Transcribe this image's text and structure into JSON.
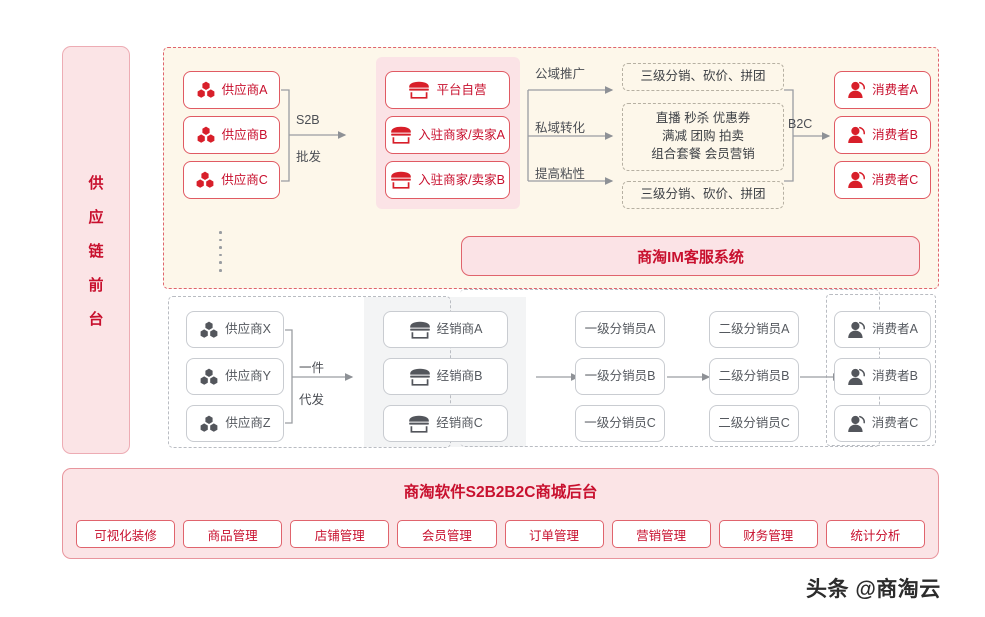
{
  "left_panel": {
    "title_chars": [
      "供",
      "应",
      "链",
      "前",
      "台"
    ],
    "title": "供应链前台"
  },
  "top_region": {
    "suppliers": [
      {
        "label": "供应商A",
        "icon": "hexagon-cluster-icon"
      },
      {
        "label": "供应商B",
        "icon": "hexagon-cluster-icon"
      },
      {
        "label": "供应商C",
        "icon": "hexagon-cluster-icon"
      }
    ],
    "s2b_label_line1": "S2B",
    "s2b_label_line2": "批发",
    "sellers": [
      {
        "label": "平台自营",
        "icon": "storefront-icon"
      },
      {
        "label": "入驻商家/卖家A",
        "icon": "storefront-icon"
      },
      {
        "label": "入驻商家/卖家B",
        "icon": "storefront-icon"
      }
    ],
    "channel_labels": [
      "公域推广",
      "私域转化",
      "提高粘性"
    ],
    "promos": [
      "三级分销、砍价、拼团",
      "直播 秒杀 优惠券\n满减 团购 拍卖\n组合套餐 会员营销",
      "三级分销、砍价、拼团"
    ],
    "b2c_label": "B2C",
    "consumers": [
      {
        "label": "消费者A",
        "icon": "user-icon"
      },
      {
        "label": "消费者B",
        "icon": "user-icon"
      },
      {
        "label": "消费者C",
        "icon": "user-icon"
      }
    ]
  },
  "im_bar": {
    "title": "商淘IM客服系统"
  },
  "low_region": {
    "suppliers": [
      {
        "label": "供应商X",
        "icon": "hexagon-cluster-icon"
      },
      {
        "label": "供应商Y",
        "icon": "hexagon-cluster-icon"
      },
      {
        "label": "供应商Z",
        "icon": "hexagon-cluster-icon"
      }
    ],
    "dropship_label_line1": "一件",
    "dropship_label_line2": "代发",
    "dealers": [
      {
        "label": "经销商A",
        "icon": "storefront-icon"
      },
      {
        "label": "经销商B",
        "icon": "storefront-icon"
      },
      {
        "label": "经销商C",
        "icon": "storefront-icon"
      }
    ],
    "tier1": [
      "一级分销员A",
      "一级分销员B",
      "一级分销员C"
    ],
    "tier2": [
      "二级分销员A",
      "二级分销员B",
      "二级分销员C"
    ],
    "consumers": [
      {
        "label": "消费者A",
        "icon": "user-icon"
      },
      {
        "label": "消费者B",
        "icon": "user-icon"
      },
      {
        "label": "消费者C",
        "icon": "user-icon"
      }
    ]
  },
  "backend": {
    "title": "商淘软件S2B2B2C商城后台",
    "items": [
      "可视化装修",
      "商品管理",
      "店铺管理",
      "会员管理",
      "订单管理",
      "营销管理",
      "财务管理",
      "统计分析"
    ]
  },
  "watermark": {
    "text": "头条 @商淘云"
  },
  "colors": {
    "brand_red": "#c8102e",
    "border_red": "#e0646d",
    "pink_fill": "#fbe3e6",
    "cream_fill": "#fdf7ea",
    "gray_border": "#c9ccd1",
    "gray_text": "#55595f",
    "gray_fill": "#f3f4f5",
    "icon_gray": "#53565c"
  }
}
